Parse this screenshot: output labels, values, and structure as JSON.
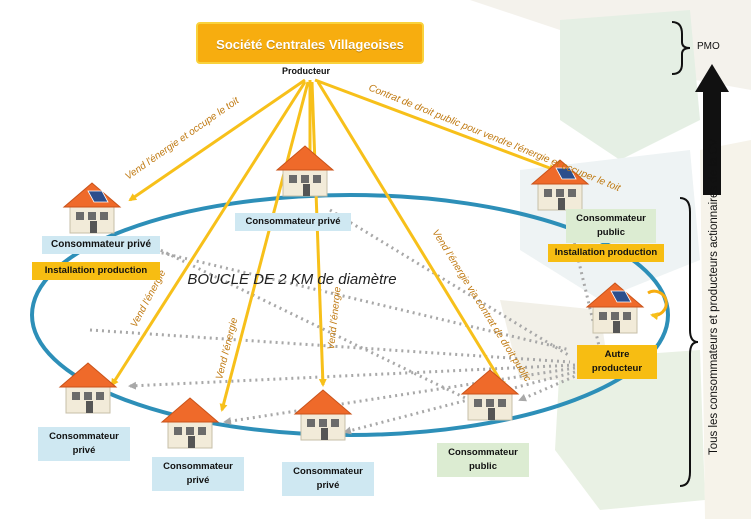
{
  "title": "Société Centrales Villageoises",
  "producer_label": "Producteur",
  "pmo_label": "PMO",
  "side_label": "Tous les consommateurs et producteurs actionnaires de la CV",
  "loop_label": "BOUCLE DE 2 KM de diamètre",
  "arrow_labels": {
    "left_top": "Vend l'énergie et occupe le toit",
    "right_top": "Contrat de droit public pour vendre l'énergie et occuper le toit",
    "left_mid": "Vend l'énergie",
    "center_left": "Vend l'énergie",
    "center": "Vend l'énergie",
    "right_mid": "Vend l'énergie via contrat de droit public"
  },
  "nodes": {
    "top_left": {
      "label": "Consommateur privé",
      "extra": "Installation production"
    },
    "top_center": {
      "label": "Consommateur privé"
    },
    "top_right": {
      "label_line1": "Consommateur",
      "label_line2": "public",
      "extra": "Installation production"
    },
    "right": {
      "label_line1": "Autre",
      "label_line2": "producteur"
    },
    "bottom_left": {
      "label_line1": "Consommateur",
      "label_line2": "privé"
    },
    "bottom_2": {
      "label_line1": "Consommateur",
      "label_line2": "privé"
    },
    "bottom_3": {
      "label_line1": "Consommateur",
      "label_line2": "privé"
    },
    "bottom_right": {
      "label_line1": "Consommateur",
      "label_line2": "public"
    }
  },
  "colors": {
    "arrow": "#f7c01a",
    "loop": "#2d8fb8",
    "title_bg": "#f7ad0f",
    "roof": "#ef6a2a"
  }
}
